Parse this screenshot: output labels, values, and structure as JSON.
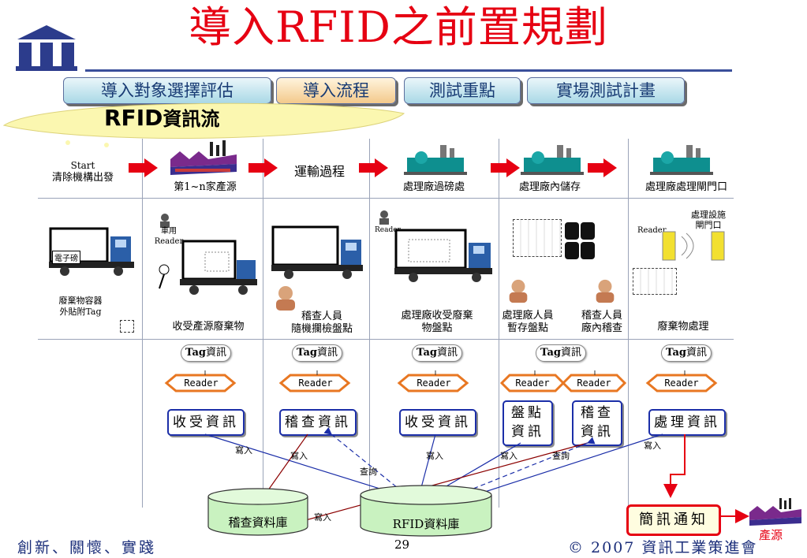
{
  "header": {
    "title": "導入RFID之前置規劃",
    "tabs": [
      "導入對象選擇評估",
      "導入流程",
      "測試重點",
      "實場測試計畫"
    ],
    "section_label_latin": "RFID",
    "section_label_cjk": "資訊流"
  },
  "stages": {
    "start_line1": "Start",
    "start_line2": "清除機構出發",
    "source": "第1~n家產源",
    "transport": "運輸過程",
    "weigh": "處理廠過磅處",
    "storage": "處理廠內儲存",
    "gate": "處理廠處理閘門口"
  },
  "scenes": {
    "scale": "電子磅",
    "container_tag_line1": "廢棄物容器",
    "container_tag_line2": "外貼附Tag",
    "vehicle_reader_line1": "車用",
    "vehicle_reader_line2": "Reader",
    "receive_waste": "收受產源廢棄物",
    "inspector_line1": "稽查人員",
    "inspector_line2": "隨機攔檢盤點",
    "reader_word": "Reader",
    "plant_receive_line1": "處理廠收受廢棄",
    "plant_receive_line2": "物盤點",
    "plant_staff_line1": "處理廠人員",
    "plant_staff_line2": "暫存盤點",
    "inspector2_line1": "稽查人員",
    "inspector2_line2": "廠內稽查",
    "facility_line1": "處理設施",
    "facility_line2": "閘門口",
    "reader_word2": "Reader",
    "disposal": "廢棄物處理"
  },
  "flow": {
    "tag_bold": "Tag",
    "tag_rest": "資訊",
    "reader": "Reader",
    "receive_info": "收受資訊",
    "inspect_info": "稽查資訊",
    "count_info_line1": "盤點",
    "count_info_line2": "資訊",
    "inspect_info_line1": "稽查",
    "inspect_info_line2": "資訊",
    "process_info": "處理資訊",
    "write": "寫入",
    "query": "查詢",
    "inspect_db": "稽查資料庫",
    "rfid_db": "RFID資料庫",
    "sms": "簡訊通知",
    "producer": "產源"
  },
  "footer": {
    "slogan": "創新、關懷、實踐",
    "page": "29",
    "copyright": "© 2007 資訊工業策進會"
  },
  "colors": {
    "title": "#e60012",
    "arrow_red": "#e60012",
    "info_blue": "#1b2ea8",
    "db_green": "#c9f2c0",
    "reader_orange": "#f28c28"
  }
}
